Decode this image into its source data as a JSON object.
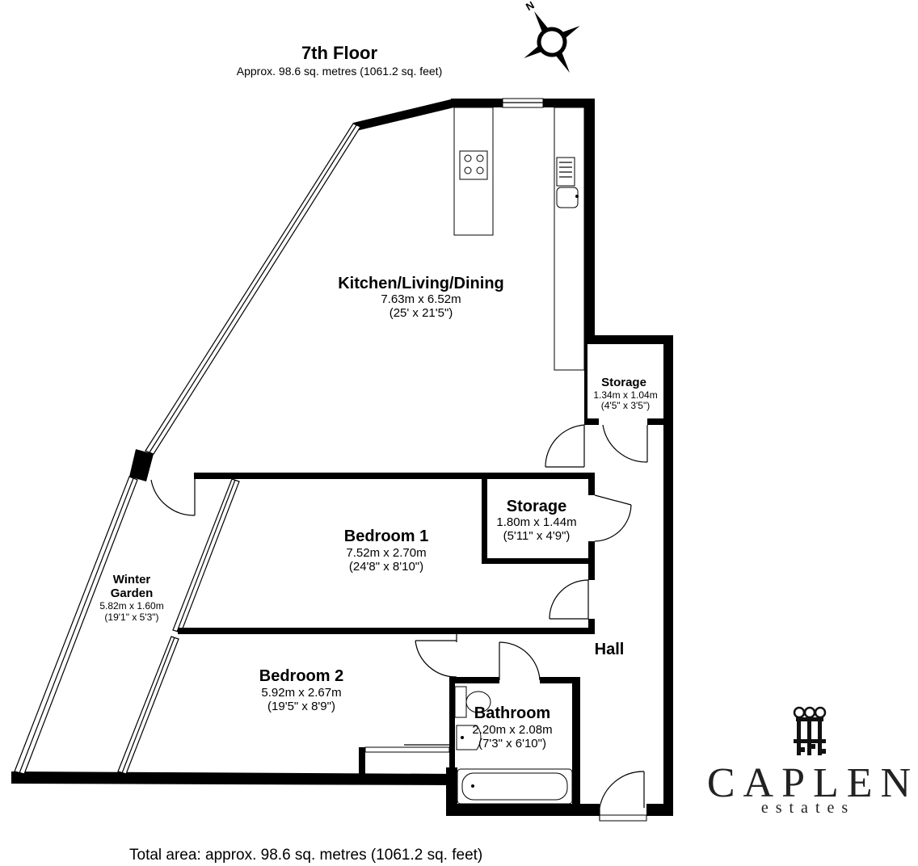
{
  "header": {
    "floor_title": "7th Floor",
    "floor_area": "Approx. 98.6 sq. metres (1061.2 sq. feet)"
  },
  "compass": {
    "icon": "compass-rose-icon",
    "north_label": "N"
  },
  "rooms": {
    "kitchen": {
      "name": "Kitchen/Living/Dining",
      "metric": "7.63m x 6.52m",
      "imperial": "(25' x 21'5\")"
    },
    "storage_small": {
      "name": "Storage",
      "metric": "1.34m x 1.04m",
      "imperial": "(4'5\" x 3'5\")"
    },
    "storage_large": {
      "name": "Storage",
      "metric": "1.80m x 1.44m",
      "imperial": "(5'11\" x 4'9\")"
    },
    "bedroom1": {
      "name": "Bedroom 1",
      "metric": "7.52m x 2.70m",
      "imperial": "(24'8\" x 8'10\")"
    },
    "bedroom2": {
      "name": "Bedroom 2",
      "metric": "5.92m x 2.67m",
      "imperial": "(19'5\" x 8'9\")"
    },
    "winter_garden": {
      "name_line1": "Winter",
      "name_line2": "Garden",
      "metric": "5.82m x 1.60m",
      "imperial": "(19'1\" x 5'3\")"
    },
    "bathroom": {
      "name": "Bathroom",
      "metric": "2.20m x 2.08m",
      "imperial": "(7'3\" x 6'10\")"
    },
    "hall": {
      "name": "Hall"
    }
  },
  "footer": {
    "total_area": "Total area: approx. 98.6 sq. metres (1061.2 sq. feet)"
  },
  "brand": {
    "logo_icon": "keys-logo-icon",
    "name": "CAPLEN",
    "tagline": "estates"
  }
}
